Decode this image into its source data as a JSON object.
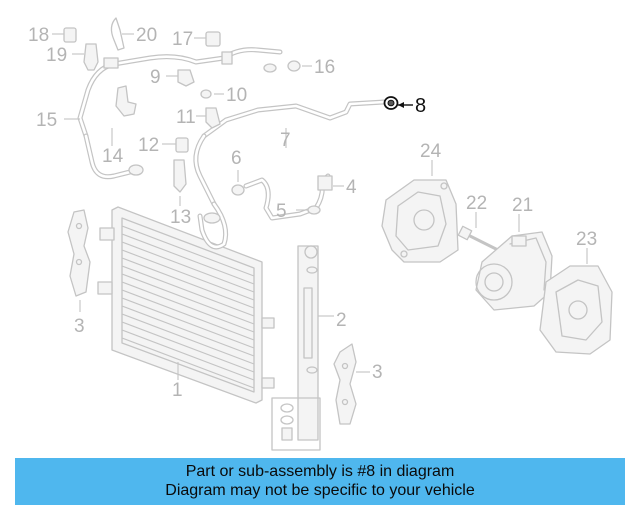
{
  "callouts": {
    "c1": "1",
    "c2": "2",
    "c3a": "3",
    "c3b": "3",
    "c4": "4",
    "c5": "5",
    "c6": "6",
    "c7": "7",
    "c8": "8",
    "c9": "9",
    "c10": "10",
    "c11": "11",
    "c12": "12",
    "c13": "13",
    "c14": "14",
    "c15": "15",
    "c16": "16",
    "c17": "17",
    "c18": "18",
    "c19": "19",
    "c20": "20",
    "c21": "21",
    "c22": "22",
    "c23": "23",
    "c24": "24"
  },
  "highlighted_part": "8",
  "colors": {
    "banner_background": "#4fb7ee",
    "highlight": "#111111",
    "diagram_line": "#c4c4c4"
  },
  "banner": {
    "line1": "Part or sub-assembly is #8 in diagram",
    "line2": "Diagram may not be specific to your vehicle"
  }
}
